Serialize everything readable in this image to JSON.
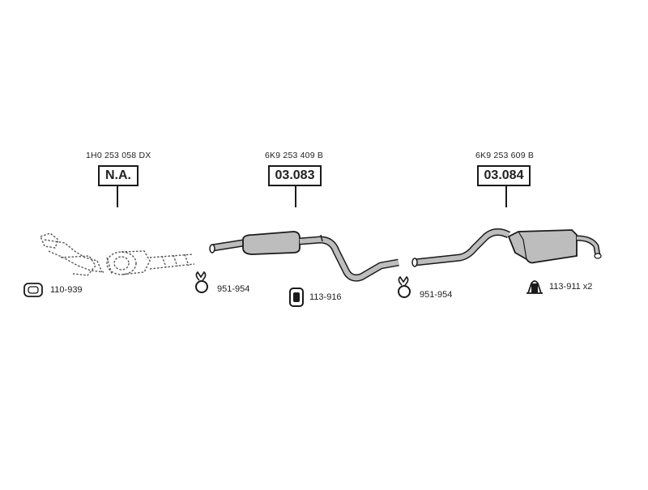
{
  "sections": [
    {
      "part_number": "1H0 253 058 DX",
      "ref_code": "N.A.",
      "part_name": "catalytic-converter"
    },
    {
      "part_number": "6K9 253 409 B",
      "ref_code": "03.083",
      "part_name": "middle-silencer"
    },
    {
      "part_number": "6K9 253 609 B",
      "ref_code": "03.084",
      "part_name": "rear-silencer"
    }
  ],
  "accessories": [
    {
      "code": "110-939",
      "icon": "gasket-icon"
    },
    {
      "code": "951-954",
      "icon": "clamp-icon"
    },
    {
      "code": "113-916",
      "icon": "rubber-mount-icon"
    },
    {
      "code": "951-954",
      "icon": "clamp-icon"
    },
    {
      "code": "113-911 x2",
      "icon": "hanger-icon"
    }
  ],
  "colors": {
    "line": "#1a1a1a",
    "pipe_fill": "#bdbdbd",
    "dashed": "#555555"
  }
}
